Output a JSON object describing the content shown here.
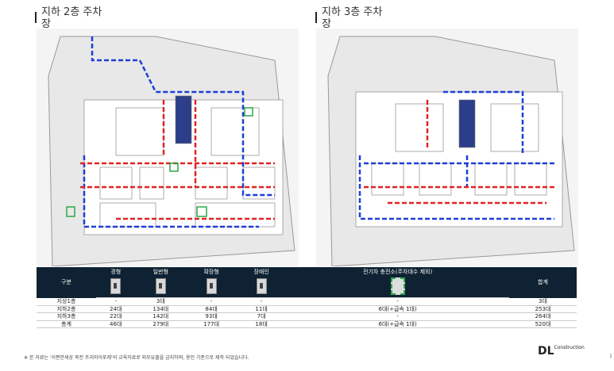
{
  "titles": {
    "left": "지하 2층 주차\n장",
    "right": "지하 3층 주차\n장"
  },
  "table": {
    "row_header_label": "구분",
    "columns": [
      "경형",
      "일반형",
      "확장형",
      "장애인",
      "전기차 충전소(주차대수 제외)",
      "합계"
    ],
    "rows": [
      {
        "label": "지상1층",
        "cells": [
          "-",
          "3대",
          "-",
          "-",
          "-",
          "3대"
        ]
      },
      {
        "label": "지하2층",
        "cells": [
          "24대",
          "134대",
          "84대",
          "11대",
          "6대(+급속 1대)",
          "253대"
        ]
      },
      {
        "label": "지하3층",
        "cells": [
          "22대",
          "142대",
          "93대",
          "7대",
          "-",
          "264대"
        ]
      },
      {
        "label": "총계",
        "cells": [
          "46대",
          "279대",
          "177대",
          "18대",
          "6대(+급속 1대)",
          "520대"
        ]
      }
    ]
  },
  "footnote": "※ 본 자료는 '이편한세상 죽전 프리미어포레'의 교육자료로 외부유출을 금지하며, 용인 기준으로 제작 되었습니다.",
  "logo": {
    "mark": "DL",
    "text": "Construction"
  },
  "page_number": "1"
}
